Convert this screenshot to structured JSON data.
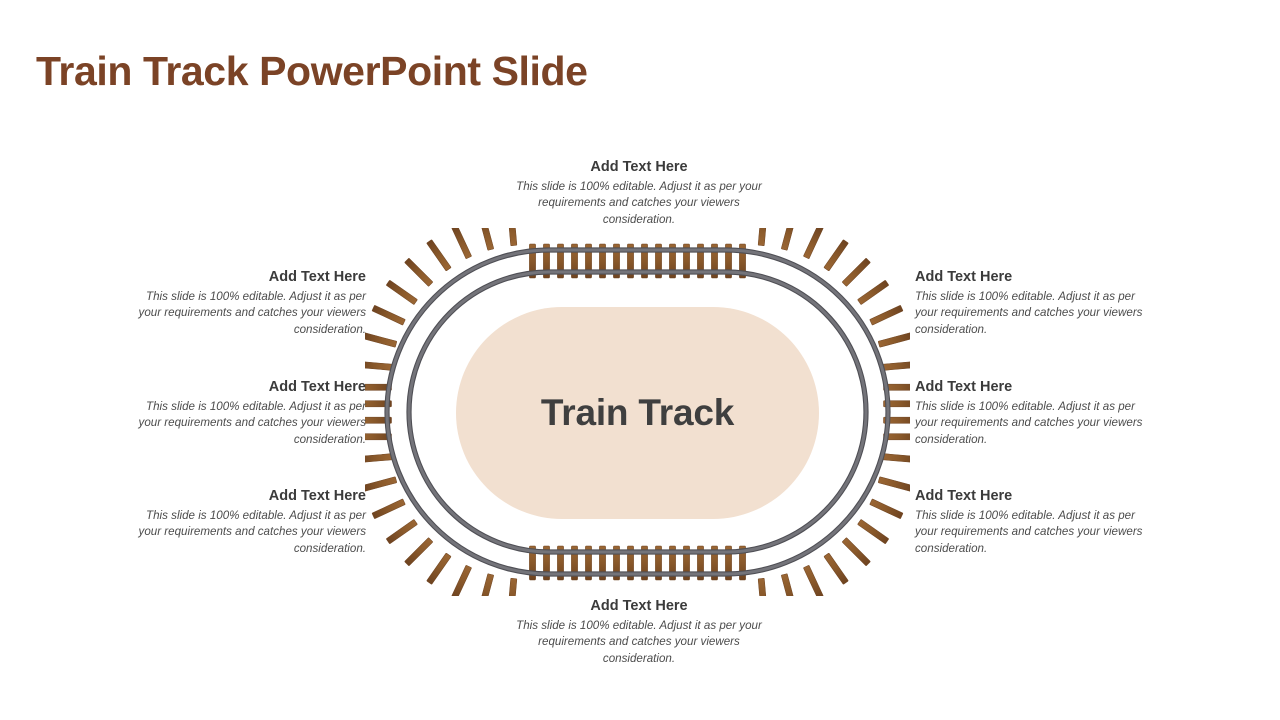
{
  "slide": {
    "title": "Train Track PowerPoint Slide",
    "title_color": "#7B4326",
    "background_color": "#FFFFFF"
  },
  "center": {
    "label": "Train Track",
    "shape_color": "#F2E0D0",
    "label_color": "#3F3F3F"
  },
  "track": {
    "sleeper_color": "#8B5A2B",
    "sleeper_dark": "#6E4320",
    "rail_color": "#6B6B70",
    "rail_dark": "#4F4F55",
    "sleeper_count_straight": 16,
    "sleeper_count_corner": 9
  },
  "callouts": [
    {
      "id": "top",
      "heading": "Add Text Here",
      "body": "This slide is 100% editable. Adjust it as per your requirements and catches your viewers consideration."
    },
    {
      "id": "left-top",
      "heading": "Add Text Here",
      "body": "This slide is 100% editable. Adjust it as per your requirements and catches your viewers consideration."
    },
    {
      "id": "left-mid",
      "heading": "Add Text Here",
      "body": "This slide is 100% editable. Adjust it as per your requirements and catches your viewers consideration."
    },
    {
      "id": "left-bot",
      "heading": "Add Text Here",
      "body": "This slide is 100% editable. Adjust it as per your requirements and catches your viewers consideration."
    },
    {
      "id": "right-top",
      "heading": "Add Text Here",
      "body": "This slide is 100% editable. Adjust it as per your requirements and catches your viewers consideration."
    },
    {
      "id": "right-mid",
      "heading": "Add Text Here",
      "body": "This slide is 100% editable. Adjust it as per your requirements and catches your viewers consideration."
    },
    {
      "id": "right-bot",
      "heading": "Add Text Here",
      "body": "This slide is 100% editable. Adjust it as per your requirements and catches your viewers consideration."
    },
    {
      "id": "bottom",
      "heading": "Add Text Here",
      "body": "This slide is 100% editable. Adjust it as per your requirements and catches your viewers consideration."
    }
  ]
}
